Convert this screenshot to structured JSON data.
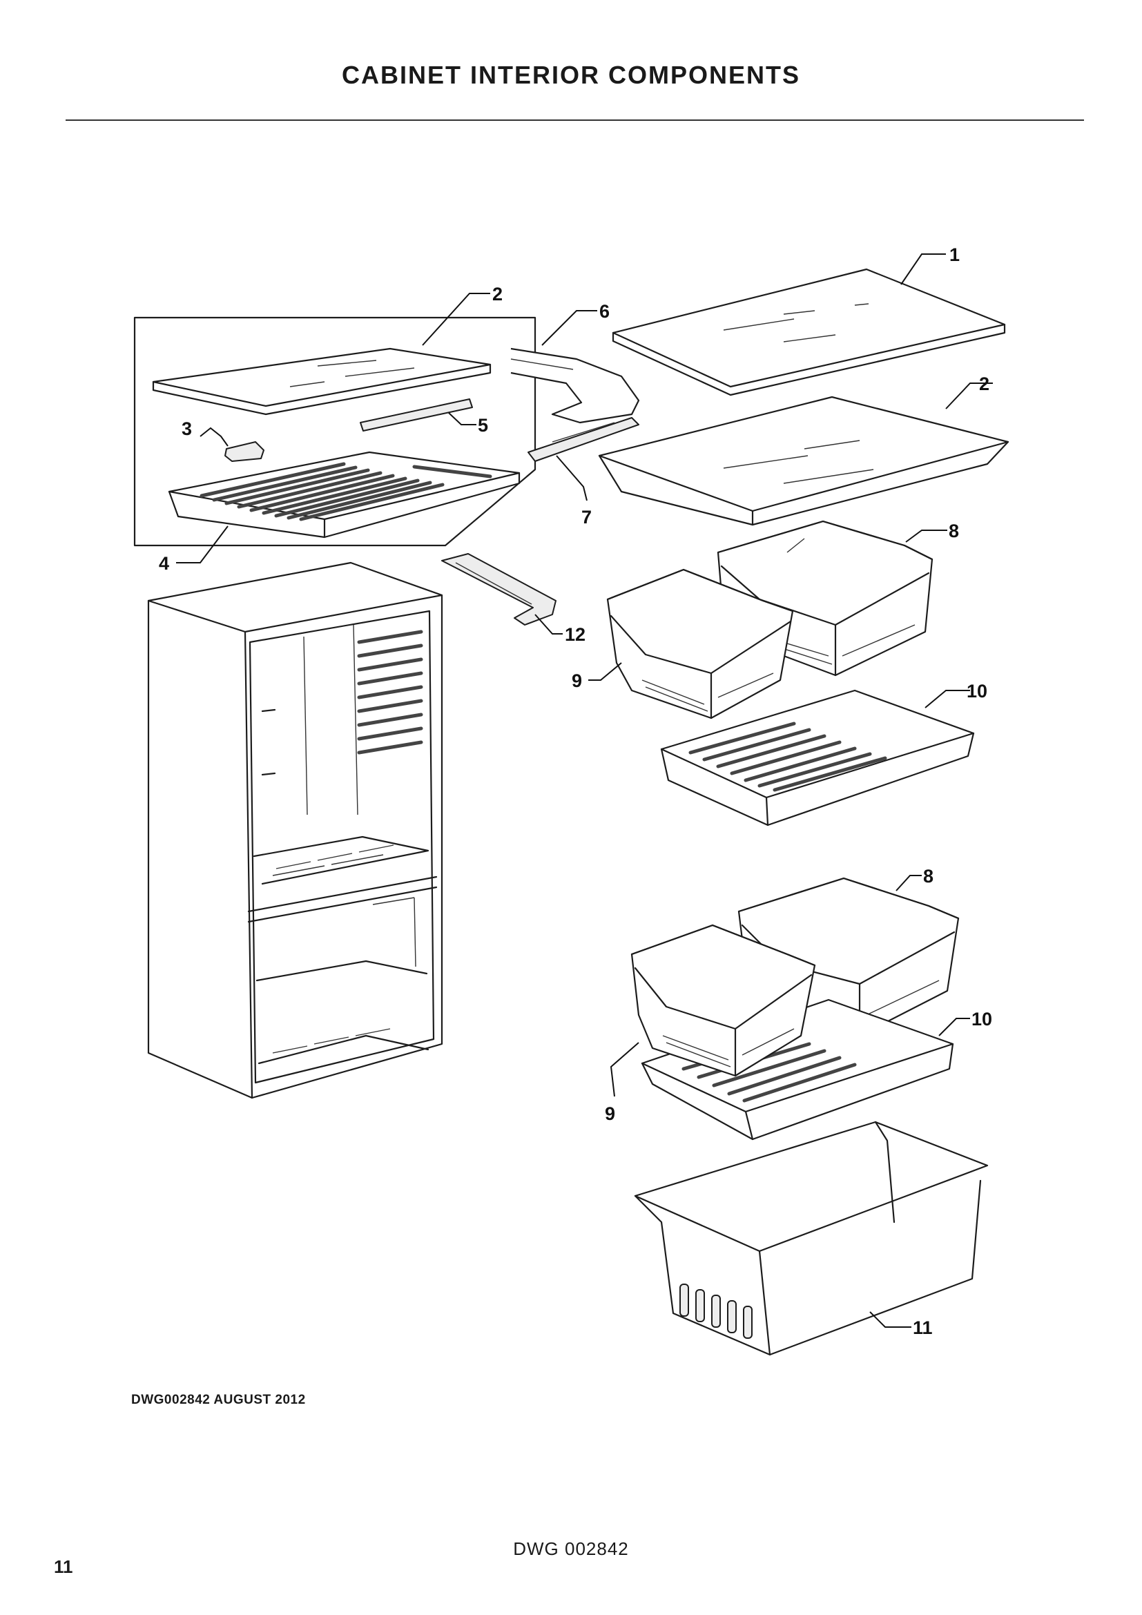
{
  "page": {
    "title": "CABINET INTERIOR COMPONENTS",
    "drawing_ref": "DWG002842   AUGUST 2012",
    "footer": "DWG 002842",
    "page_number": "11"
  },
  "callouts": [
    {
      "id": "c1",
      "label": "1",
      "part": "shelf"
    },
    {
      "id": "c2a",
      "label": "2",
      "part": "shelf"
    },
    {
      "id": "c2b",
      "label": "2",
      "part": "shelf"
    },
    {
      "id": "c3",
      "label": "3",
      "part": "clip"
    },
    {
      "id": "c4",
      "label": "4",
      "part": "tray"
    },
    {
      "id": "c5",
      "label": "5",
      "part": "trim"
    },
    {
      "id": "c6",
      "label": "6",
      "part": "rail"
    },
    {
      "id": "c7",
      "label": "7",
      "part": "rail"
    },
    {
      "id": "c8a",
      "label": "8",
      "part": "bin"
    },
    {
      "id": "c8b",
      "label": "8",
      "part": "bin"
    },
    {
      "id": "c9a",
      "label": "9",
      "part": "bin"
    },
    {
      "id": "c9b",
      "label": "9",
      "part": "bin"
    },
    {
      "id": "c10a",
      "label": "10",
      "part": "tray"
    },
    {
      "id": "c10b",
      "label": "10",
      "part": "tray"
    },
    {
      "id": "c11",
      "label": "11",
      "part": "basket"
    },
    {
      "id": "c12",
      "label": "12",
      "part": "handle"
    }
  ]
}
